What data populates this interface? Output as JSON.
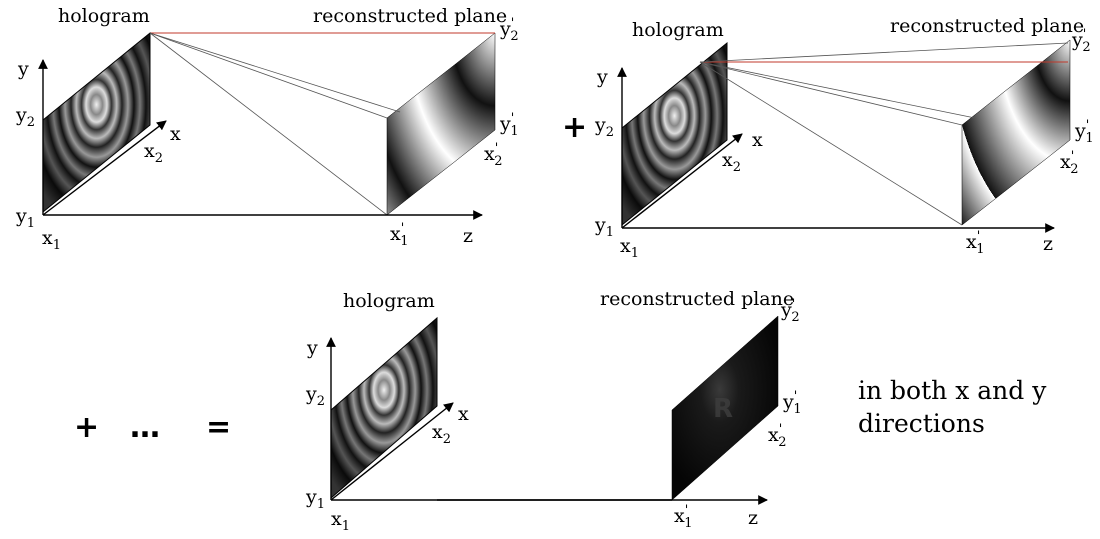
{
  "panel1": {
    "hologram_label": "hologram",
    "plane_label": "reconstructed plane",
    "labels": {
      "y": "y",
      "y2": "y",
      "y1": "y",
      "x": "x",
      "x2": "x",
      "x1": "x",
      "z": "z",
      "x1p": "x",
      "x2p": "x",
      "y1p": "y",
      "y2p": "y"
    }
  },
  "panel2": {
    "plus": "+",
    "hologram_label": "hologram",
    "plane_label": "reconstructed plane",
    "labels": {
      "y": "y",
      "y2": "y",
      "y1": "y",
      "x": "x",
      "x2": "x",
      "x1": "x",
      "z": "z",
      "x1p": "x",
      "x2p": "x",
      "y1p": "y",
      "y2p": "y"
    }
  },
  "panel3": {
    "hologram_label": "hologram",
    "plane_label": "reconstructed plane",
    "labels": {
      "y": "y",
      "y2": "y",
      "y1": "y",
      "x": "x",
      "x2": "x",
      "x1": "x",
      "z": "z",
      "x1p": "x",
      "x2p": "x",
      "y1p": "y",
      "y2p": "y"
    }
  },
  "equation": {
    "plus": "+",
    "dots": "…",
    "equals": "="
  },
  "caption": {
    "line1": "in both x and y",
    "line2": "directions"
  },
  "subscripts": {
    "one": "1",
    "two": "2",
    "prime": "'"
  },
  "colors": {
    "red_ray": "#c0392b"
  }
}
